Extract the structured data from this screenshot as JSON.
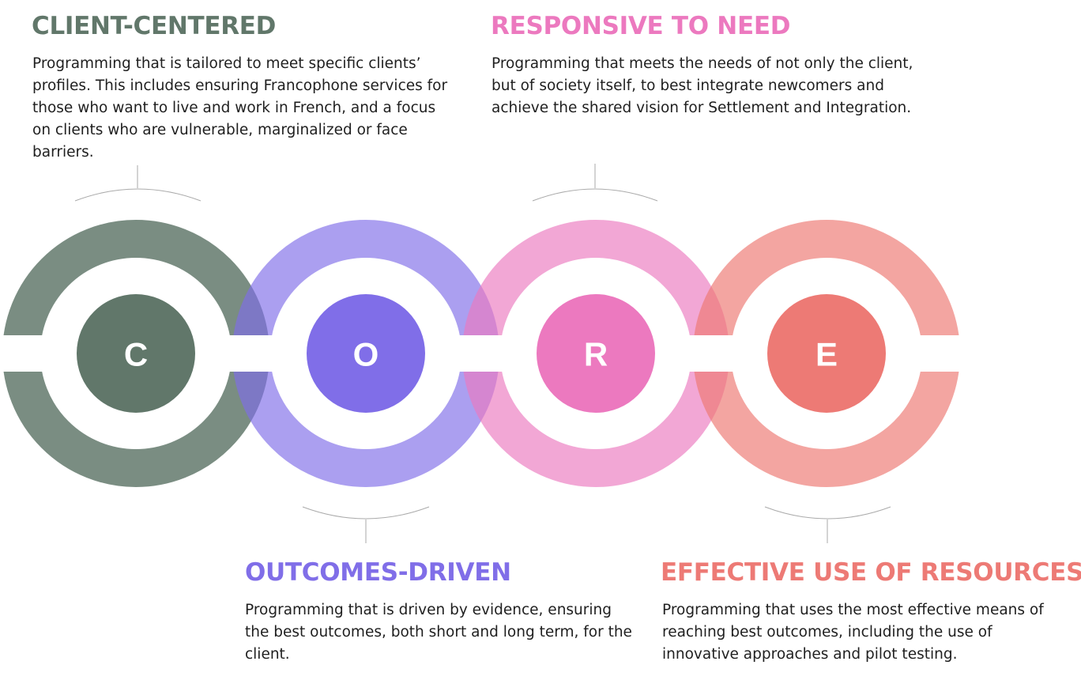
{
  "sections": {
    "client": {
      "title": "CLIENT-CENTERED",
      "description": "Programming that is tailored to meet specific clients’ profiles. This includes ensuring Francophone services for those who want to live and work in French, and a focus on clients who are vulnerable, marginalized or face barriers.",
      "letter": "C",
      "color": "#61776a"
    },
    "outcomes": {
      "title": "OUTCOMES-DRIVEN",
      "description": "Programming that is driven by evidence, ensuring the best outcomes, both short and long term, for the client.",
      "letter": "O",
      "color": "#806ee8"
    },
    "responsive": {
      "title": "RESPONSIVE TO NEED",
      "description": "Programming that meets the needs of not only the client, but of society itself, to best integrate newcomers and achieve the shared vision for Settlement and Integration.",
      "letter": "R",
      "color": "#ec79bf"
    },
    "effective": {
      "title": "EFFECTIVE USE OF RESOURCES",
      "description": "Programming that uses the most effective means of reaching best outcomes, including the use of innovative approaches and pilot testing.",
      "letter": "E",
      "color": "#ed7a75"
    }
  },
  "ring_colors": [
    "#61776a",
    "#8a7aee",
    "#ec88c6",
    "#ee8a84"
  ]
}
